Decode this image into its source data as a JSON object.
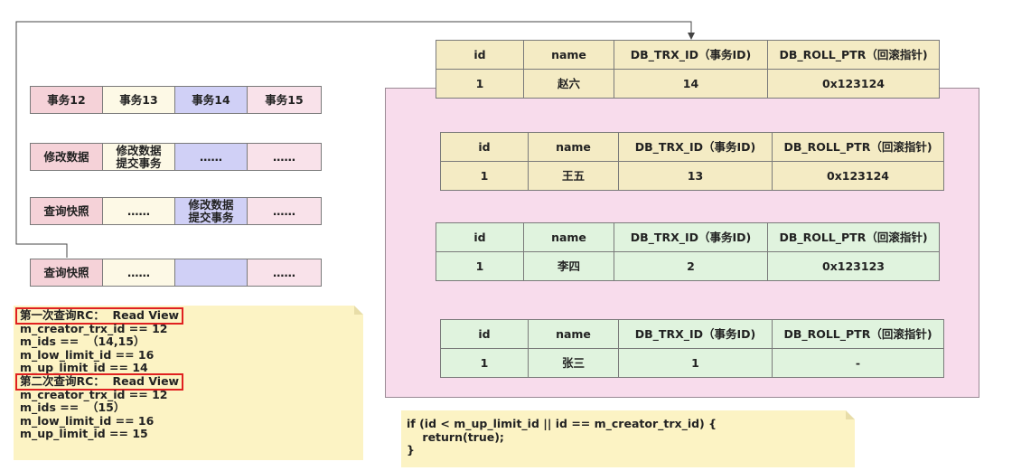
{
  "transactions": {
    "header": [
      "事务12",
      "事务13",
      "事务14",
      "事务15"
    ],
    "rows": [
      [
        "修改数据",
        "修改数据\n提交事务",
        "……",
        "……"
      ],
      [
        "查询快照",
        "……",
        "修改数据\n提交事务",
        "……"
      ],
      [
        "查询快照",
        "……",
        "",
        "……"
      ]
    ]
  },
  "columns": [
    "id",
    "name",
    "DB_TRX_ID（事务ID)",
    "DB_ROLL_PTR（回滚指针)"
  ],
  "versions": [
    {
      "id": "1",
      "name": "赵六",
      "trx_id": "14",
      "roll_ptr": "0x123124"
    },
    {
      "id": "1",
      "name": "王五",
      "trx_id": "13",
      "roll_ptr": "0x123124"
    },
    {
      "id": "1",
      "name": "李四",
      "trx_id": "2",
      "roll_ptr": "0x123123"
    },
    {
      "id": "1",
      "name": "张三",
      "trx_id": "1",
      "roll_ptr": "-"
    }
  ],
  "read_view_note": {
    "first_title": "第一次查询RC：  Read View",
    "first_lines": [
      "m_creator_trx_id == 12",
      "m_ids ==  （14,15）",
      "m_low_limit_id == 16",
      "m_up_limit_id == 14"
    ],
    "second_title": "第二次查询RC：  Read View",
    "second_lines": [
      "m_creator_trx_id == 12",
      "m_ids ==  （15）",
      "m_low_limit_id == 16",
      "m_up_limit_id == 15"
    ]
  },
  "code_note": {
    "lines": [
      "if (id < m_up_limit_id || id == m_creator_trx_id) {",
      "    return(true);",
      "}"
    ]
  },
  "colors": {
    "pink_panel": "#f8dcec",
    "wheat_record": "#f4ebc4",
    "green_record": "#e0f3de",
    "note_yellow": "#fcf3c4",
    "highlight_red": "#e02020"
  }
}
